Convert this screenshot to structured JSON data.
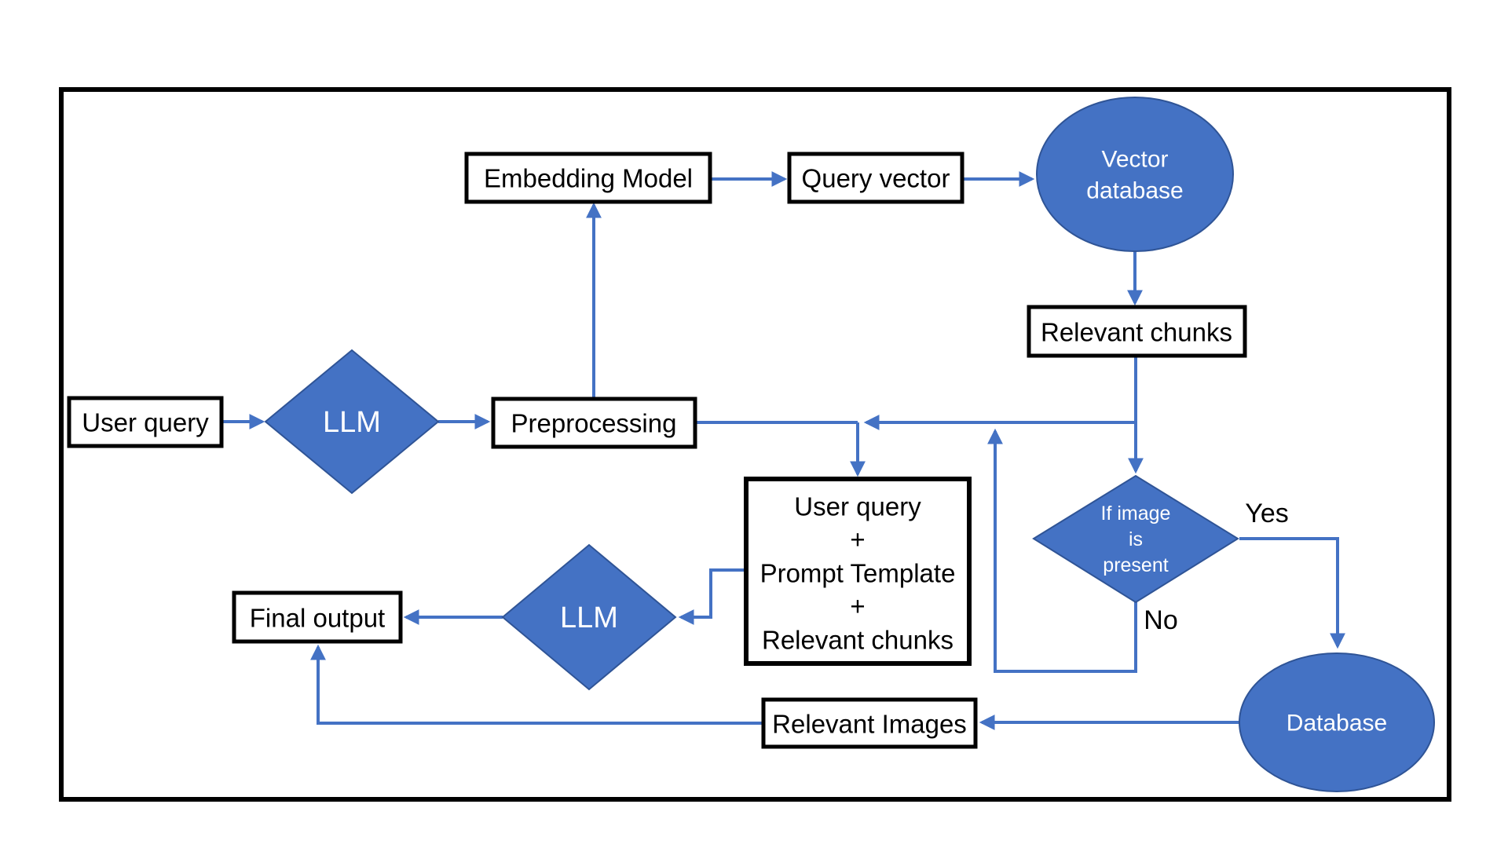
{
  "diagram": {
    "title_hint": "RAG pipeline flowchart",
    "colors": {
      "background": "#ffffff",
      "shape_blue": "#4472C4",
      "shape_blue_stroke": "#2F5496",
      "connector_blue": "#4472C4",
      "box_border": "#000000",
      "box_fill": "#ffffff",
      "text_black": "#000000",
      "text_white": "#ffffff"
    },
    "nodes": {
      "user_query": {
        "type": "rectangle",
        "label": "User query"
      },
      "llm_1": {
        "type": "diamond",
        "label": "LLM"
      },
      "preprocessing": {
        "type": "rectangle",
        "label": "Preprocessing"
      },
      "embedding_model": {
        "type": "rectangle",
        "label": "Embedding Model"
      },
      "query_vector": {
        "type": "rectangle",
        "label": "Query vector"
      },
      "vector_database": {
        "type": "ellipse",
        "lines": [
          "Vector",
          "database"
        ]
      },
      "relevant_chunks": {
        "type": "rectangle",
        "label": "Relevant chunks"
      },
      "if_image_present": {
        "type": "diamond",
        "lines": [
          "If image",
          "is",
          "present"
        ]
      },
      "prompt_combination": {
        "type": "rectangle",
        "lines": [
          "User query",
          "+",
          "Prompt Template",
          "+",
          "Relevant chunks"
        ]
      },
      "llm_2": {
        "type": "diamond",
        "label": "LLM"
      },
      "final_output": {
        "type": "rectangle",
        "label": "Final output"
      },
      "relevant_images": {
        "type": "rectangle",
        "label": "Relevant Images"
      },
      "database": {
        "type": "ellipse",
        "label": "Database"
      }
    },
    "edge_labels": {
      "yes": "Yes",
      "no": "No"
    }
  }
}
